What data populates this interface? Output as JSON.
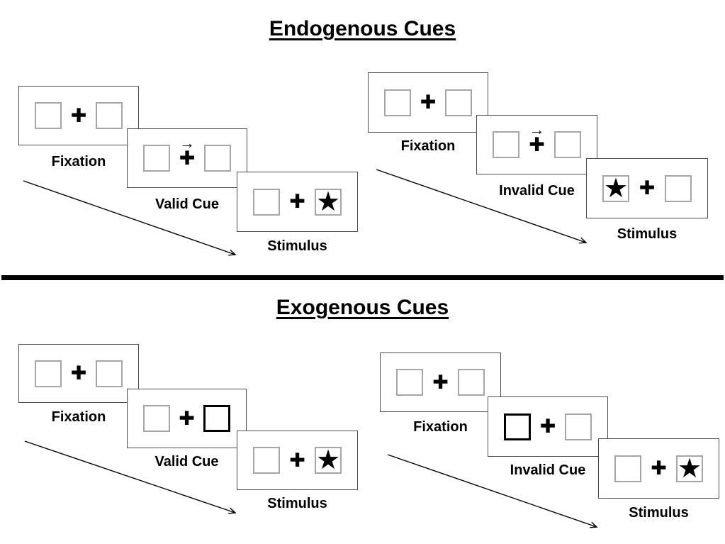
{
  "titles": {
    "top": "Endogenous Cues",
    "bottom": "Exogenous Cues"
  },
  "icons": {
    "fixation_cross": "✚",
    "star": "★",
    "cue_arrow": "→"
  },
  "colors": {
    "panel_border": "#4d4d4d",
    "square_border": "#a6a6a6",
    "highlight_square_border": "#000000",
    "text": "#000000",
    "divider": "#000000",
    "background": "#ffffff"
  },
  "groups": [
    {
      "name": "endogenous-valid",
      "panels": [
        {
          "label": "Fixation"
        },
        {
          "label": "Valid Cue"
        },
        {
          "label": "Stimulus"
        }
      ]
    },
    {
      "name": "endogenous-invalid",
      "panels": [
        {
          "label": "Fixation"
        },
        {
          "label": "Invalid Cue"
        },
        {
          "label": "Stimulus"
        }
      ]
    },
    {
      "name": "exogenous-valid",
      "panels": [
        {
          "label": "Fixation"
        },
        {
          "label": "Valid Cue"
        },
        {
          "label": "Stimulus"
        }
      ]
    },
    {
      "name": "exogenous-invalid",
      "panels": [
        {
          "label": "Fixation"
        },
        {
          "label": "Invalid Cue"
        },
        {
          "label": "Stimulus"
        }
      ]
    }
  ]
}
